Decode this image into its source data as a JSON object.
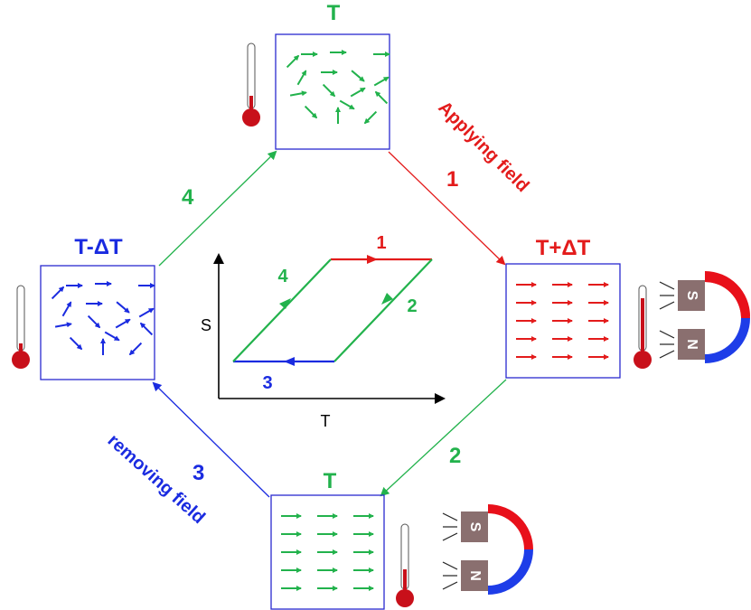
{
  "states": {
    "top": {
      "label": "T"
    },
    "right": {
      "label": "T+ΔT"
    },
    "bottom": {
      "label": "T"
    },
    "left": {
      "label": "T-ΔT"
    }
  },
  "steps": [
    {
      "number": "1",
      "caption": "Applying field",
      "color": "#e31b1b"
    },
    {
      "number": "2",
      "caption": "",
      "color": "#22b24c"
    },
    {
      "number": "3",
      "caption": "removing field",
      "color": "#1a2be0"
    },
    {
      "number": "4",
      "caption": "",
      "color": "#22b24c"
    }
  ],
  "cycle_plot": {
    "x_axis": "T",
    "y_axis": "S",
    "segment_labels": [
      "1",
      "2",
      "3",
      "4"
    ]
  },
  "magnet": {
    "south": "S",
    "north": "N"
  },
  "colors": {
    "green": "#22b24c",
    "red": "#e31b1b",
    "blue": "#1a2be0",
    "box_border": "#2a2ad0",
    "thermometer": "#c8101a",
    "magnet_red": "#e8101a",
    "magnet_blue": "#1e3de8",
    "magnet_pole": "#8a6f6f"
  },
  "icons": [
    "thermometer-icon",
    "horseshoe-magnet-icon"
  ]
}
